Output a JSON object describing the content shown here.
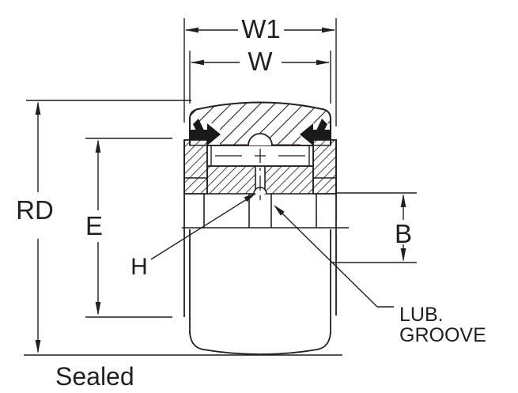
{
  "diagram": {
    "type": "bearing-cross-section",
    "caption": "Sealed",
    "labels": {
      "w1": "W1",
      "w": "W",
      "rd": "RD",
      "e": "E",
      "h": "H",
      "b": "B"
    },
    "annotations": {
      "lub_line1": "LUB.",
      "lub_line2": "GROOVE"
    },
    "colors": {
      "line": "#231f20",
      "seal_fill": "#1a1a1a",
      "background": "#ffffff"
    }
  }
}
